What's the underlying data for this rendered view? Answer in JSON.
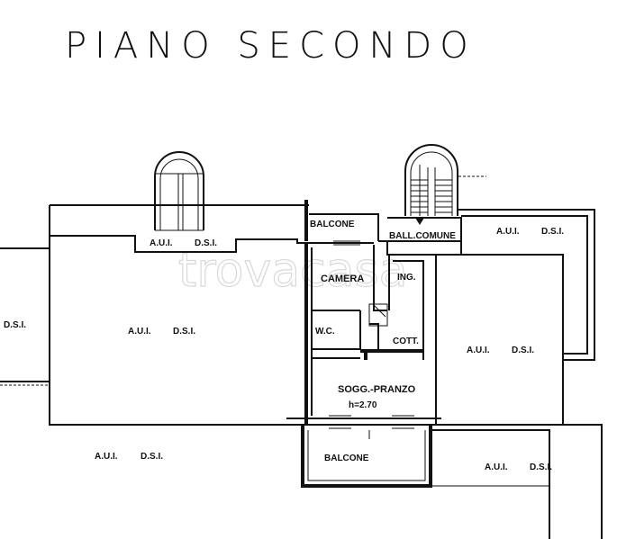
{
  "title": "PIANO SECONDO",
  "watermark": "trovacasa",
  "labels": {
    "balcone_top": "BALCONE",
    "ball_comune": "BALL.COMUNE",
    "camera": "CAMERA",
    "ing": "ING.",
    "wc": "W.C.",
    "cott": "COTT.",
    "sogg_pranzo": "SOGG.-PRANZO",
    "height": "h=2.70",
    "balcone_bottom": "BALCONE",
    "aui_top_left": "A.U.I.",
    "dsi_top_left": "D.S.I.",
    "aui_top_right": "A.U.I.",
    "dsi_top_right": "D.S.I.",
    "dsi_far_left": "D.S.I.",
    "aui_left": "A.U.I.",
    "dsi_left": "D.S.I.",
    "aui_right": "A.U.I.",
    "dsi_right": "D.S.I.",
    "aui_bottom_left": "A.U.I.",
    "dsi_bottom_left": "D.S.I.",
    "aui_bottom_right": "A.U.I.",
    "dsi_bottom_right": "D.S.I."
  }
}
